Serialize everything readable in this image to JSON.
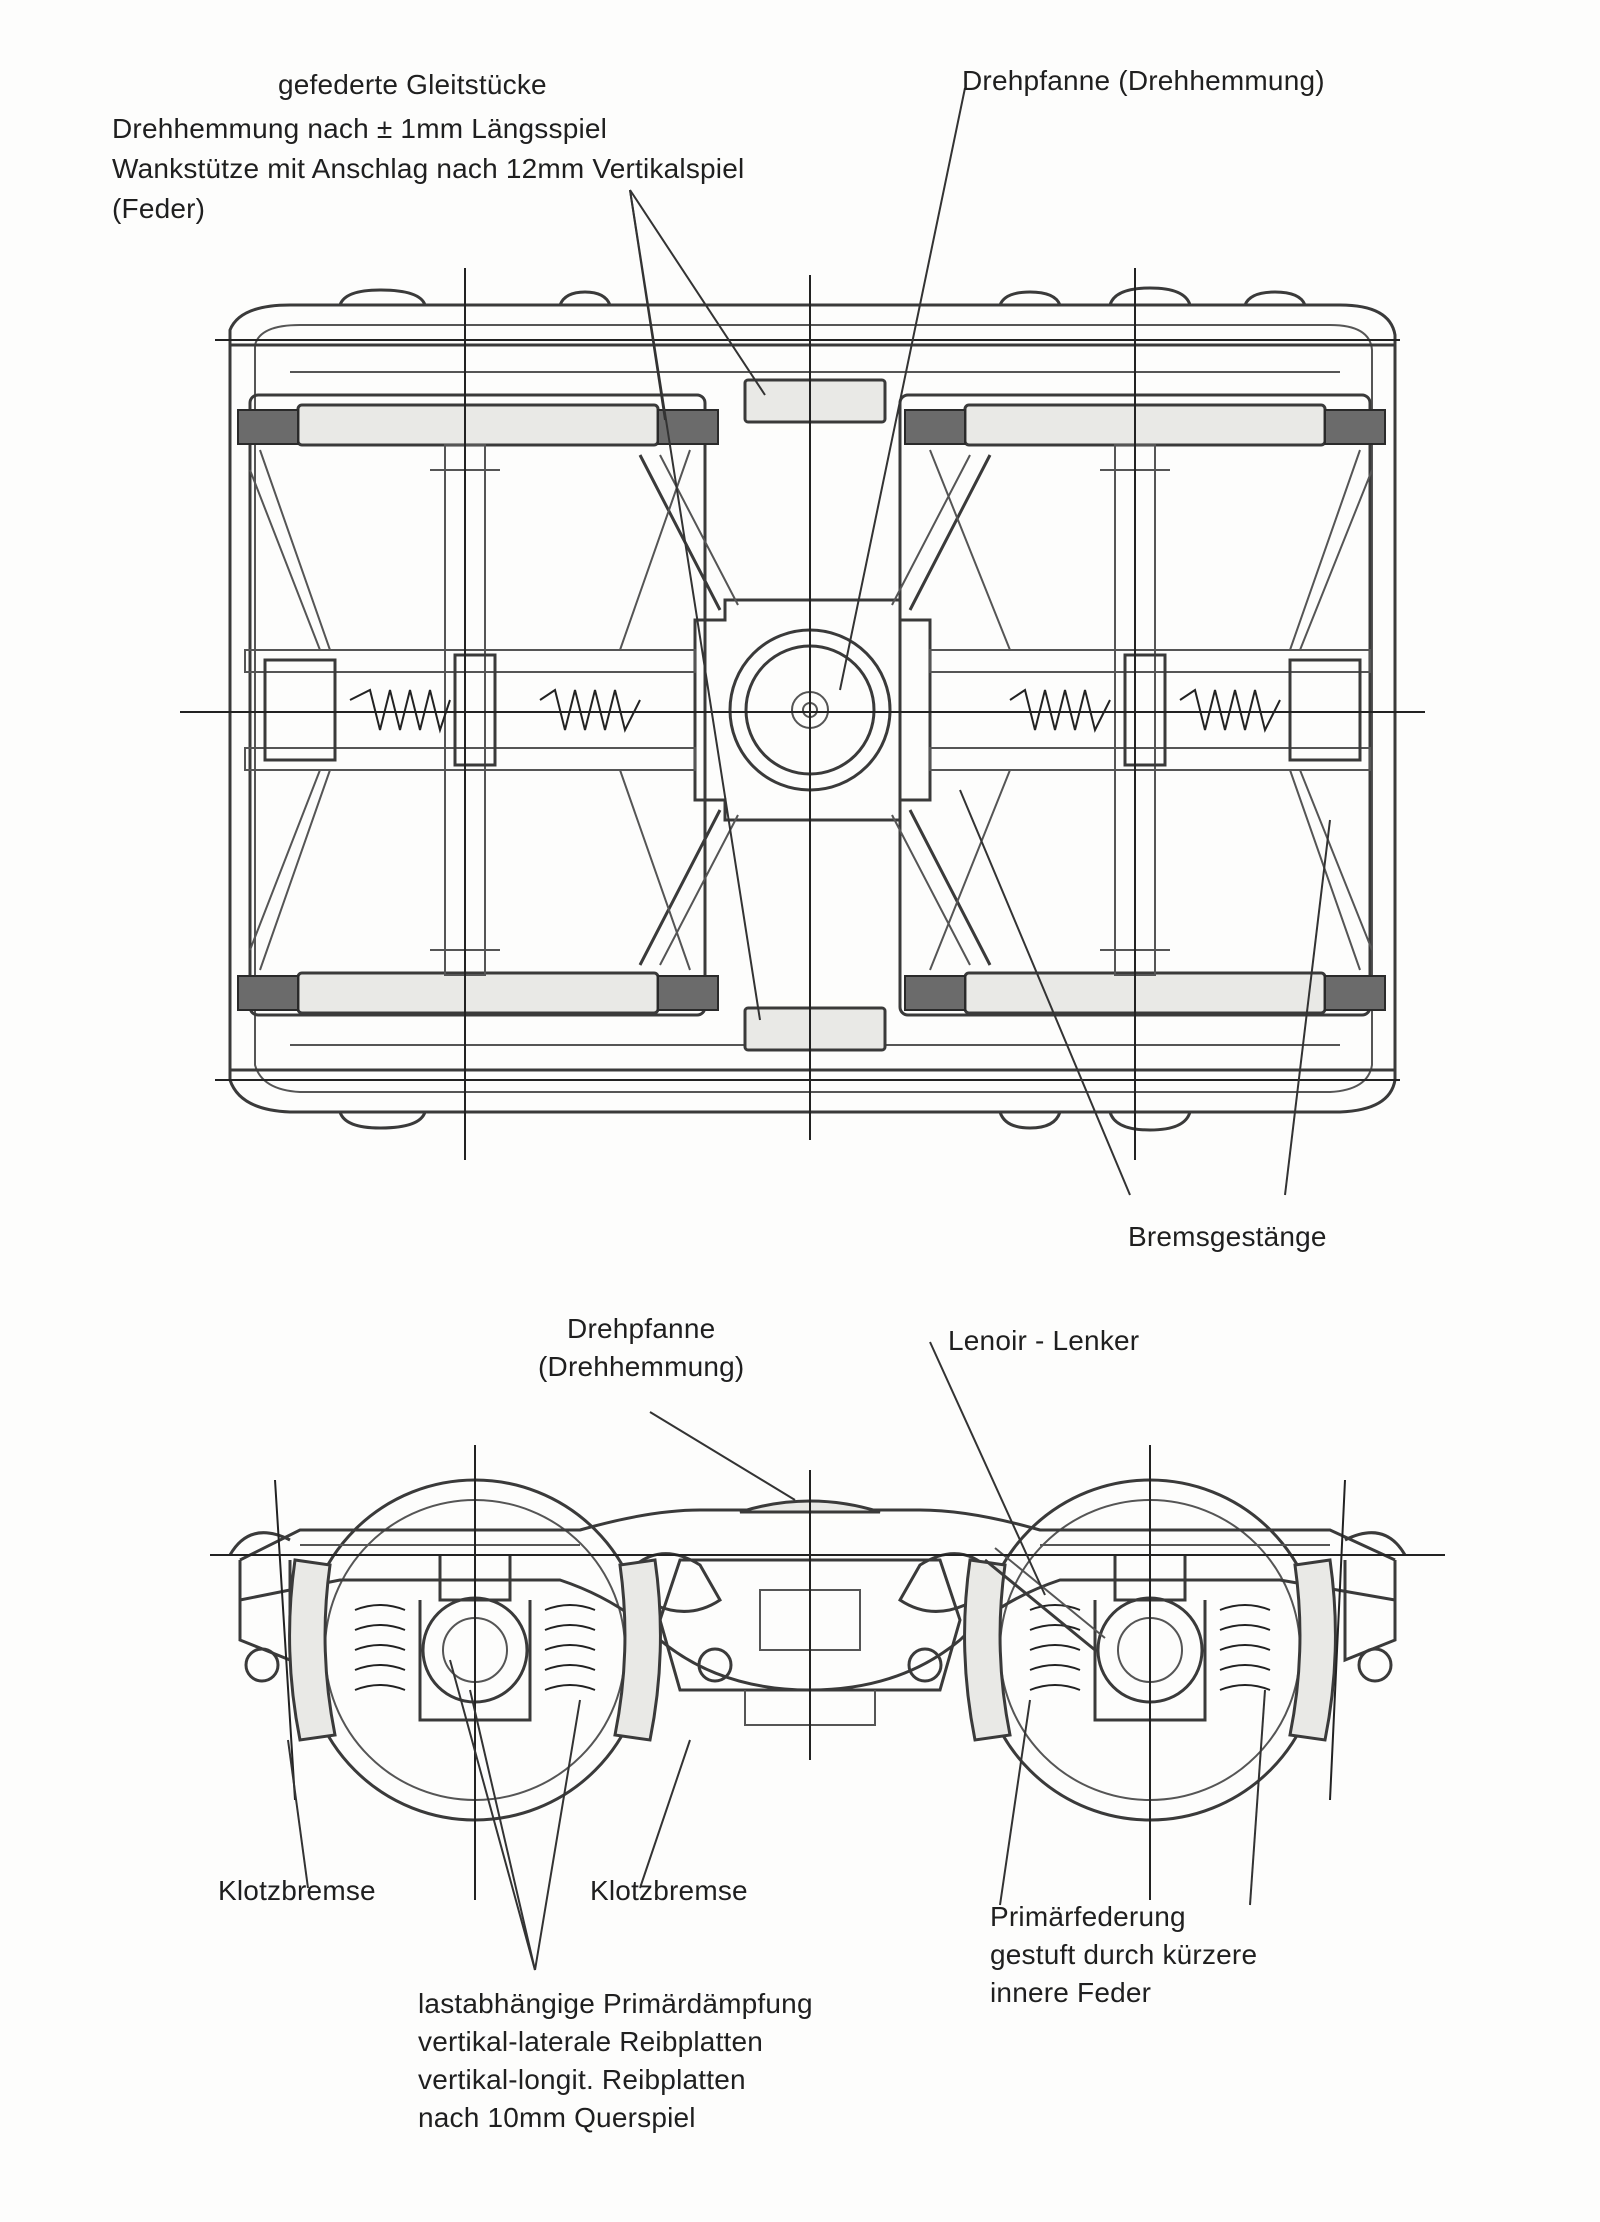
{
  "labels": {
    "gleitstuecke": "gefederte Gleitstücke",
    "drehhemmung_laengsspiel": "Drehhemmung nach  ± 1mm Längsspiel",
    "wankstuetze": "Wankstütze mit Anschlag nach 12mm Vertikalspiel",
    "feder": "(Feder)",
    "drehpfanne_top": "Drehpfanne (Drehhemmung)",
    "bremsgestaenge": "Bremsgestänge",
    "drehpfanne_side": "Drehpfanne\n(Drehhemmung)",
    "lenoir": "Lenoir - Lenker",
    "klotzbremse_left": "Klotzbremse",
    "klotzbremse_right": "Klotzbremse",
    "primaerfederung": "Primärfederung\ngestuft durch kürzere\ninnere Feder",
    "primaerdaempfung": "lastabhängige Primärdämpfung\nvertikal-laterale Reibplatten\nvertikal-longit. Reibplatten\nnach 10mm Querspiel"
  },
  "colors": {
    "line": "#3a3a3a",
    "background": "#fdfdfc",
    "text": "#1f1f1f"
  }
}
